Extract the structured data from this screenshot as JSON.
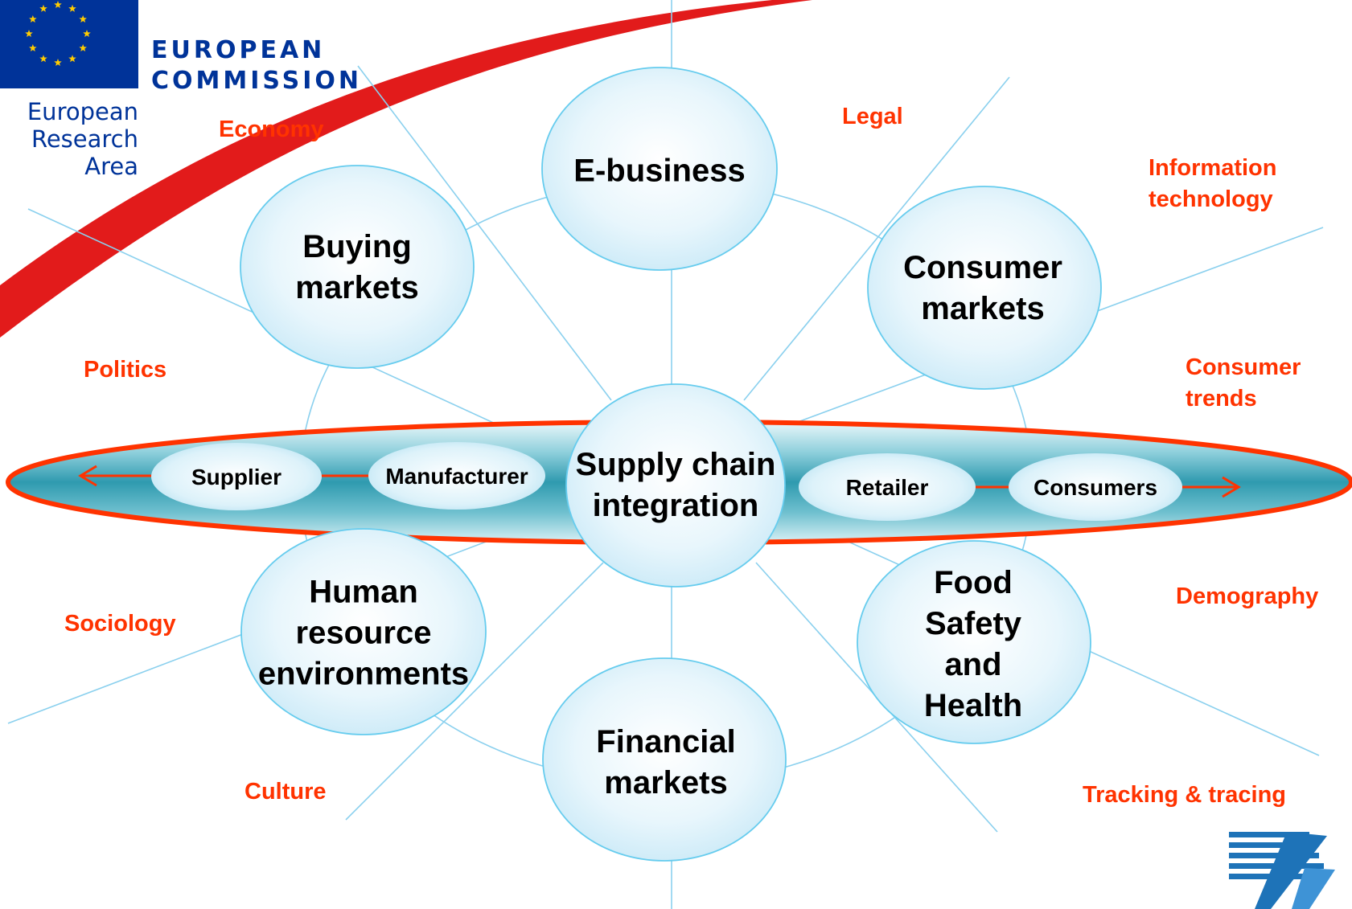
{
  "header": {
    "org_name_line1": "EUROPEAN",
    "org_name_line2": "COMMISSION",
    "area_line1": "European",
    "area_line2": "Research Area",
    "logo_icon": "eu-flag-icon",
    "fp7_icon": "fp7-logo-icon"
  },
  "diagram": {
    "center": {
      "line1": "Supply chain",
      "line2": "integration"
    },
    "nodes": [
      {
        "id": "e-business",
        "lines": [
          "E-business"
        ]
      },
      {
        "id": "buying-markets",
        "lines": [
          "Buying",
          "markets"
        ]
      },
      {
        "id": "consumer-markets",
        "lines": [
          "Consumer",
          "markets"
        ]
      },
      {
        "id": "human-resource",
        "lines": [
          "Human",
          "resource",
          "environments"
        ]
      },
      {
        "id": "food-safety",
        "lines": [
          "Food",
          "Safety",
          "and",
          "Health"
        ]
      },
      {
        "id": "financial-markets",
        "lines": [
          "Financial",
          "markets"
        ]
      }
    ],
    "chain": [
      "Supplier",
      "Manufacturer",
      "Retailer",
      "Consumers"
    ],
    "factors": [
      "Economy",
      "Legal",
      "Information technology",
      "Politics",
      "Consumer trends",
      "Sociology",
      "Demography",
      "Culture",
      "Tracking & tracing"
    ]
  },
  "colors": {
    "accent_red": "#ff3300",
    "bubble_stroke": "#66ccee",
    "line_blue": "#8ad0ee",
    "eu_blue": "#003399",
    "eu_star": "#ffcc00"
  }
}
